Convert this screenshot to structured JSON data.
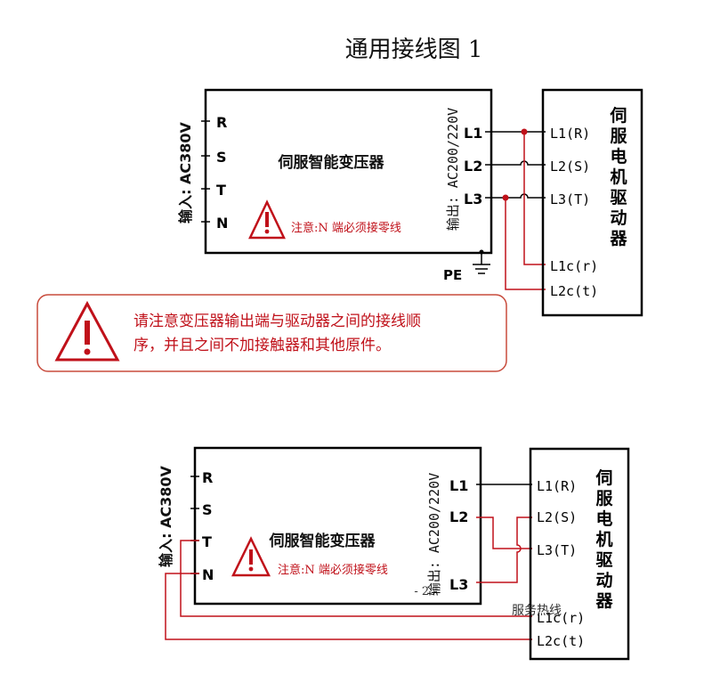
{
  "page_title": "通用接线图 1",
  "colors": {
    "line": "#000000",
    "red": "#c0111a",
    "warn_border": "#c84b3c",
    "text": "#111111"
  },
  "diagram1": {
    "transformer_name": "伺服智能变压器",
    "input_label": "输入: AC380V",
    "input_terminals": [
      "R",
      "S",
      "T",
      "N"
    ],
    "output_label": "输出: AC200/220V",
    "output_terminals": [
      "L1",
      "L2",
      "L3"
    ],
    "pe_label": "PE",
    "warning_note": "注意:N 端必须接零线",
    "driver_name": "伺服电机驱动器",
    "driver_terminals": [
      "L1(R)",
      "L2(S)",
      "L3(T)",
      "L1c(r)",
      "L2c(t)"
    ]
  },
  "notice": {
    "line1": "请注意变压器输出端与驱动器之间的接线顺",
    "line2": "序，并且之间不加接触器和其他原件。"
  },
  "diagram2": {
    "transformer_name": "伺服智能变压器",
    "input_label": "输入: AC380V",
    "input_terminals": [
      "R",
      "S",
      "T",
      "N"
    ],
    "output_label": "输出: AC200/220V",
    "output_terminals": [
      "L1",
      "L2",
      "L3"
    ],
    "warning_note": "注意:N 端必须接零线",
    "driver_name": "伺服电机驱动器",
    "driver_terminals": [
      "L1(R)",
      "L2(S)",
      "L3(T)",
      "L1c(r)",
      "L2c(t)"
    ]
  },
  "footer": {
    "page_number": "- 2 -",
    "hotline": "服务热线"
  }
}
